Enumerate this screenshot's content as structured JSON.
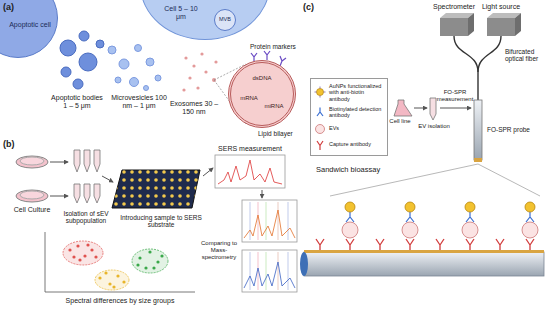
{
  "diagram": {
    "nodes": [
      {
        "text": [
          "Apoptotic cell"
        ]
      },
      {
        "text": [
          "Cell 5 – 10 μm"
        ]
      },
      {
        "text": [
          "MVB"
        ],
        "in": 1
      },
      {
        "text": [
          "dsDNA",
          "mRNA",
          "miRNA"
        ]
      }
    ],
    "labels": [
      "(a)",
      "Apoptotic bodies 1 – 5 μm",
      "Microvesicles 100 nm – 1 μm",
      "Exosomes 30 – 150 nm",
      "Protein markers",
      "Lipid bilayer",
      "(b)",
      "Cell Culture",
      "Isolation of sEV subpopulation",
      "Introducing sample to SERS substrate",
      "SERS measurement",
      "Spectral differences by size groups",
      "Comparing to Mass-spectrometry",
      "(c)",
      "Spectrometer",
      "Light source",
      "Bifurcated optical fiber",
      "Cell line",
      "EV isolation",
      "FO-SPR measurement",
      "FO-SPR probe",
      "Sandwich bioassay"
    ],
    "legend": [
      {
        "text": "AuNPs functionalized with anti-biotin antibody"
      },
      {
        "text": "Biotinylated detection antibody"
      },
      {
        "text": "EVs"
      },
      {
        "text": "Capture antibody"
      }
    ]
  }
}
